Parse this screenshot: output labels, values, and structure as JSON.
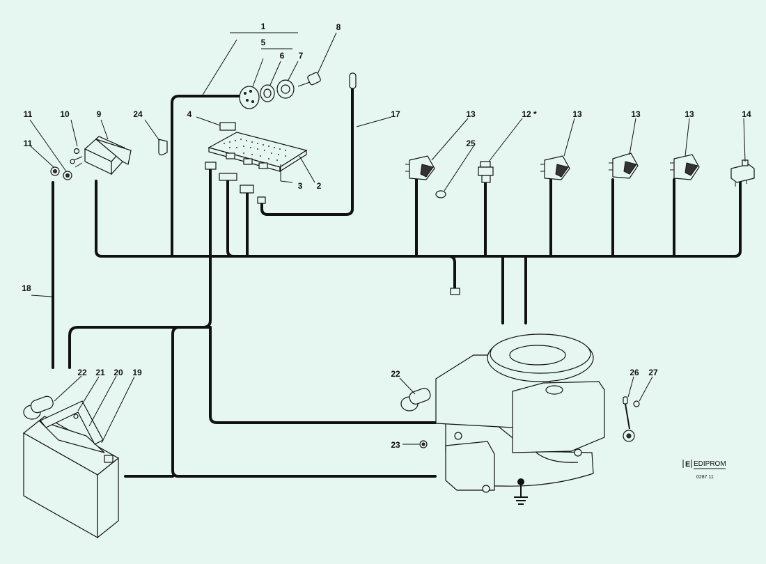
{
  "diagram": {
    "background": "#e6f6f1",
    "line_color": "#111111",
    "labels": {
      "p1": "1",
      "p2": "2",
      "p3": "3",
      "p4": "4",
      "p5": "5",
      "p6": "6",
      "p7": "7",
      "p8": "8",
      "p9": "9",
      "p10": "10",
      "p11a": "11",
      "p11b": "11",
      "p12": "12 *",
      "p13a": "13",
      "p13b": "13",
      "p13c": "13",
      "p13d": "13",
      "p14": "14",
      "p17": "17",
      "p18": "18",
      "p19": "19",
      "p20": "20",
      "p21": "21",
      "p22a": "22",
      "p22b": "22",
      "p23": "23",
      "p24": "24",
      "p25": "25",
      "p26": "26",
      "p27": "27"
    },
    "logo": {
      "letter": "E",
      "brand": "EDIPROM",
      "code": "0287 11"
    }
  }
}
